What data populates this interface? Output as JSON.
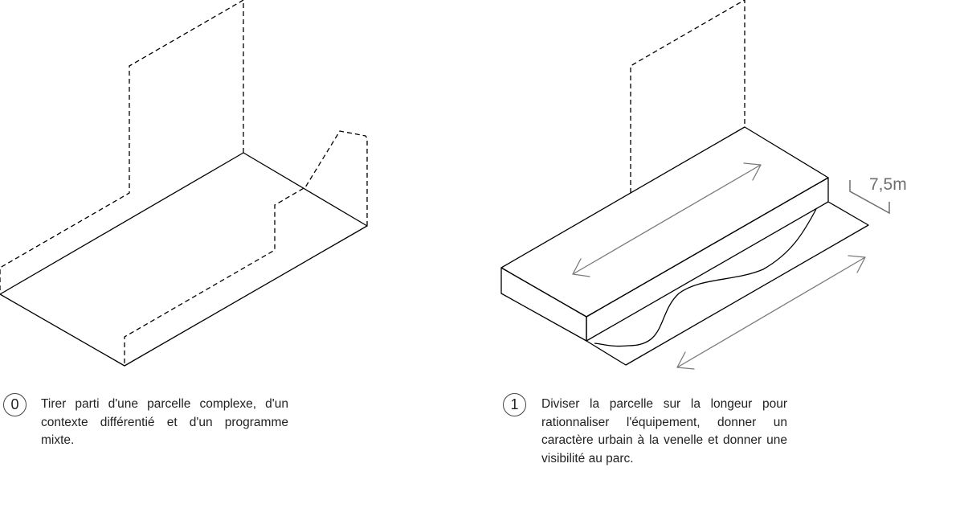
{
  "steps": [
    {
      "number": "0",
      "caption": "Tirer parti d'une parcelle complexe, d'un contexte différentié et d'un programme mixte."
    },
    {
      "number": "1",
      "caption": "Diviser la parcelle sur la longeur pour rationnaliser l'équipement, donner un caractère urbain à la venelle et donner une visibilité au parc."
    }
  ],
  "dimension_label": "7,5m",
  "colors": {
    "line": "#000000",
    "arrow": "#7a7a7a",
    "dimension": "#6f6f6f",
    "text": "#222222"
  }
}
